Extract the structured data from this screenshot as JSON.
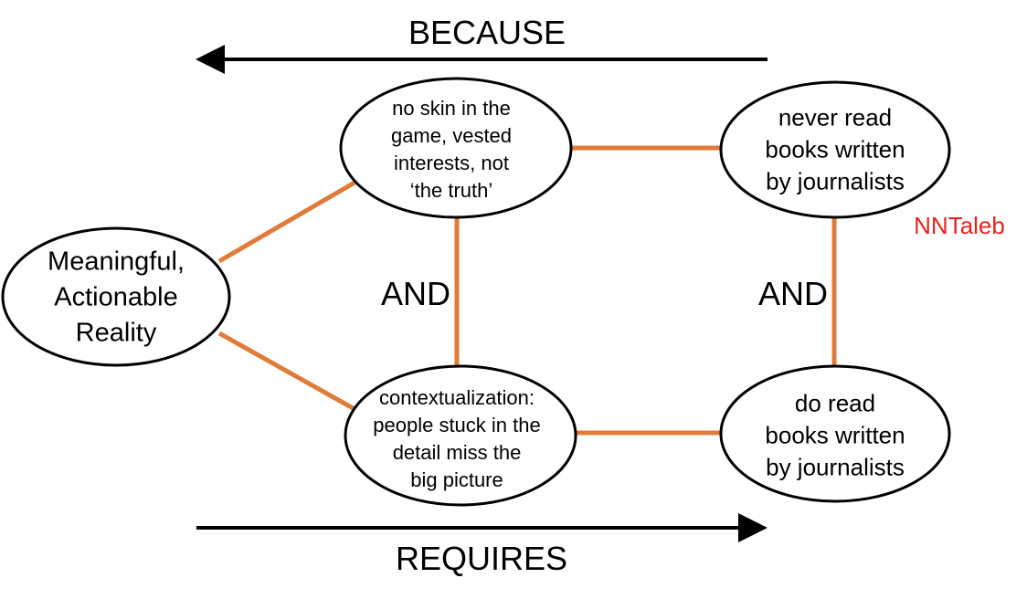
{
  "top_arrow": {
    "label": "BECAUSE",
    "direction": "left"
  },
  "bottom_arrow": {
    "label": "REQUIRES",
    "direction": "right"
  },
  "nodes": {
    "reality": "Meaningful,\nActionable\nReality",
    "skin": "no skin in the\ngame, vested\ninterests, not\n‘the truth’",
    "context": "contextualization:\npeople stuck in the\ndetail miss the\nbig picture",
    "never_read": "never read\nbooks written\nby  journalists",
    "do_read": "do read\nbooks written\nby  journalists"
  },
  "connectors": {
    "left_and": "AND",
    "right_and": "AND"
  },
  "attribution": "NNTaleb",
  "colors": {
    "connector": "#E07B39",
    "arrow": "#000000",
    "attribution": "#E8221B",
    "ellipse_stroke": "#000000"
  }
}
